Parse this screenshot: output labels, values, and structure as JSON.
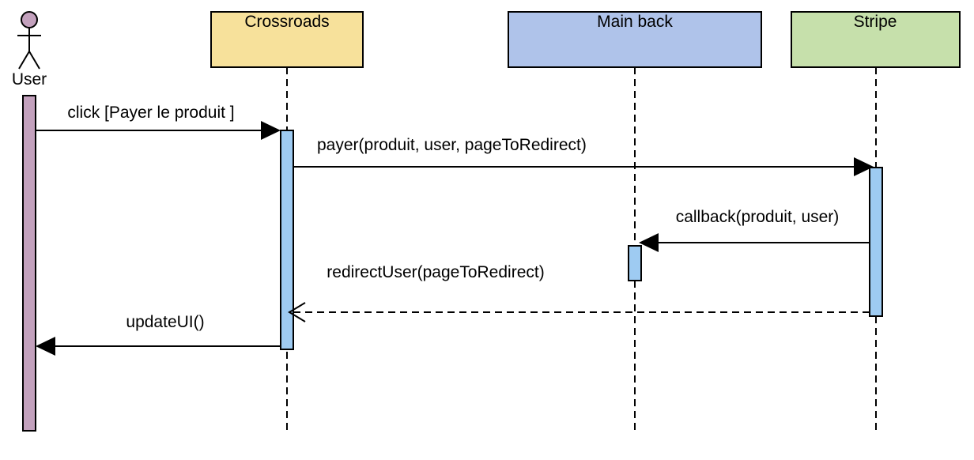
{
  "actor": {
    "label": "User",
    "colors": {
      "head": "#c3a1bd",
      "activation": "#c3a1bd"
    }
  },
  "participants": [
    {
      "id": "crossroads",
      "label": "Crossroads",
      "color": "#f7e19b"
    },
    {
      "id": "mainback",
      "label": "Main back",
      "color": "#afc3ea"
    },
    {
      "id": "stripe",
      "label": "Stripe",
      "color": "#c6e0ab"
    }
  ],
  "activation_color": "#9ecbf2",
  "messages": [
    {
      "id": "click",
      "from": "User",
      "to": "Crossroads",
      "label": "click [Payer le produit ]",
      "style": "sync"
    },
    {
      "id": "payer",
      "from": "Crossroads",
      "to": "Stripe",
      "label": "payer(produit, user, pageToRedirect)",
      "style": "sync"
    },
    {
      "id": "callback",
      "from": "Stripe",
      "to": "Main back",
      "label": "callback(produit, user)",
      "style": "sync"
    },
    {
      "id": "redirect",
      "from": "Stripe",
      "to": "Crossroads",
      "label": "redirectUser(pageToRedirect)",
      "style": "return"
    },
    {
      "id": "updateui",
      "from": "Crossroads",
      "to": "User",
      "label": "updateUI()",
      "style": "sync"
    }
  ]
}
